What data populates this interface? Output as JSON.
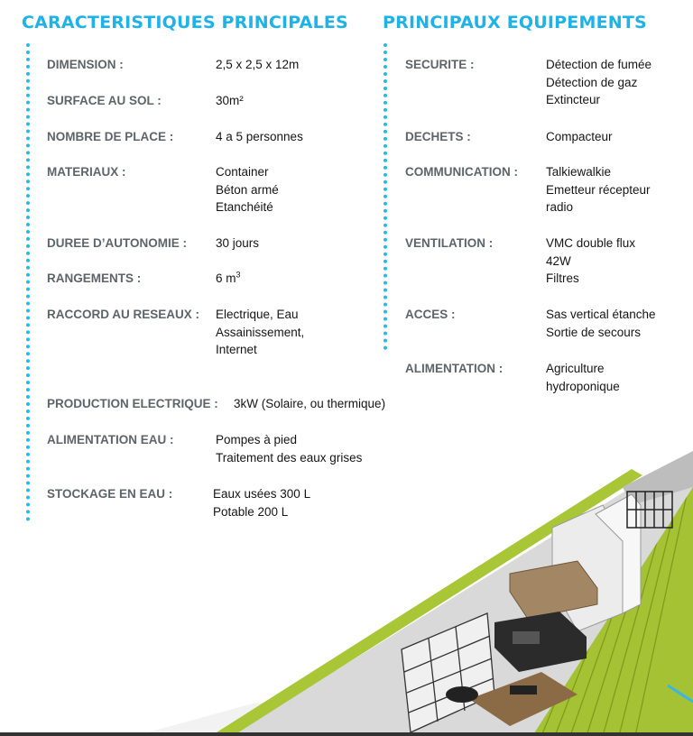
{
  "left": {
    "heading": "CARACTERISTIQUES PRINCIPALES",
    "rows": [
      {
        "label": "DIMENSION :",
        "lines": [
          "2,5 x 2,5 x 12m"
        ]
      },
      {
        "label": "SURFACE AU SOL :",
        "lines": [
          "30m²"
        ]
      },
      {
        "label": "NOMBRE DE PLACE :",
        "lines": [
          "4 a 5 personnes"
        ]
      },
      {
        "label": "MATERIAUX :",
        "lines": [
          "Container",
          "Béton armé",
          "Etanchéité"
        ]
      },
      {
        "label": "DUREE D’AUTONOMIE :",
        "lines": [
          "30 jours"
        ]
      },
      {
        "label": "RANGEMENTS :",
        "lines": [
          "6 m",
          "3"
        ]
      },
      {
        "label": "RACCORD AU RESEAUX :",
        "lines": [
          "Electrique, Eau",
          "Assainissement,",
          "Internet"
        ]
      },
      {
        "label": "PRODUCTION ELECTRIQUE :",
        "lines": [
          "3kW (Solaire, ou thermique)"
        ]
      },
      {
        "label": "ALIMENTATION EAU :",
        "lines": [
          "Pompes à pied",
          "Traitement des eaux grises"
        ]
      },
      {
        "label": "STOCKAGE EN EAU :",
        "lines": [
          "Eaux usées 300 L",
          "Potable 200 L"
        ]
      }
    ]
  },
  "right": {
    "heading": "PRINCIPAUX EQUIPEMENTS",
    "rows": [
      {
        "label": "SECURITE :",
        "lines": [
          "Détection de fumée",
          "Détection de gaz",
          "Extincteur"
        ]
      },
      {
        "label": "DECHETS :",
        "lines": [
          "Compacteur"
        ]
      },
      {
        "label": "COMMUNICATION :",
        "lines": [
          "Talkiewalkie",
          "Emetteur récepteur",
          "radio"
        ]
      },
      {
        "label": "VENTILATION :",
        "lines": [
          "VMC double flux",
          "42W",
          "Filtres"
        ]
      },
      {
        "label": "ACCES :",
        "lines": [
          "Sas vertical étanche",
          "Sortie de secours"
        ]
      },
      {
        "label": "ALIMENTATION :",
        "lines": [
          "Agriculture",
          "hydroponique"
        ]
      }
    ]
  },
  "colors": {
    "accent": "#1fb2e6",
    "label": "#5d646a",
    "container": "#9cbf2a"
  }
}
